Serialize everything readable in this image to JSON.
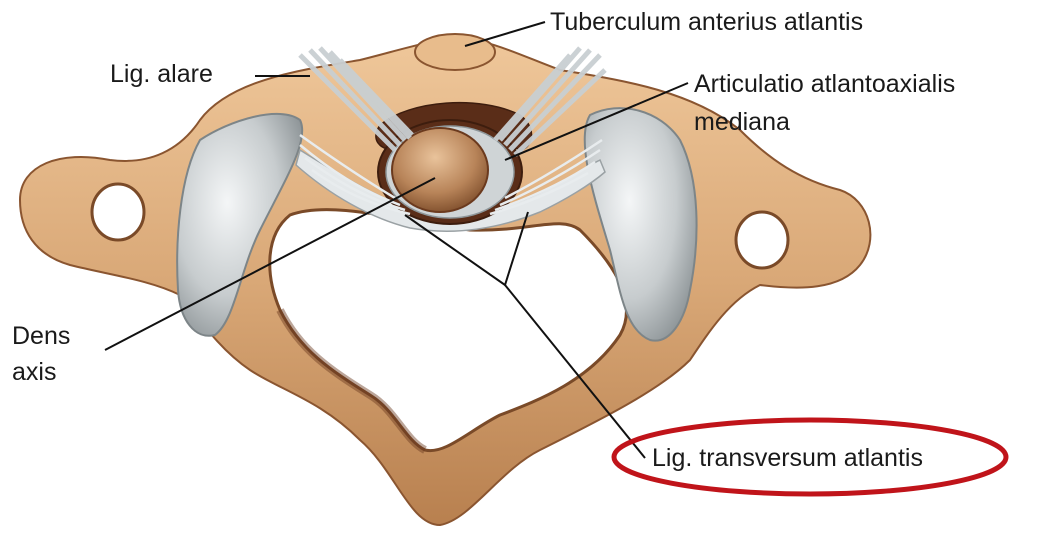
{
  "labels": {
    "tuberculum": "Tuberculum anterius atlantis",
    "lig_alare": "Lig. alare",
    "articulatio_line1": "Articulatio atlantoaxialis",
    "articulatio_line2": "mediana",
    "dens_line1": "Dens",
    "dens_line2": "axis",
    "lig_transversum": "Lig. transversum atlantis"
  },
  "colors": {
    "bone": "#d9a877",
    "bone_shadow": "#a66a3c",
    "bone_dark": "#6b3a1e",
    "cartilage": "#b9bfc2",
    "ligament": "#dfe3e5",
    "dens": "#b88459",
    "highlight_ellipse": "#c0141a",
    "leader_line": "#111111"
  },
  "annotations": {
    "highlighted_label": "Lig. transversum atlantis",
    "highlight_shape": "ellipse"
  }
}
